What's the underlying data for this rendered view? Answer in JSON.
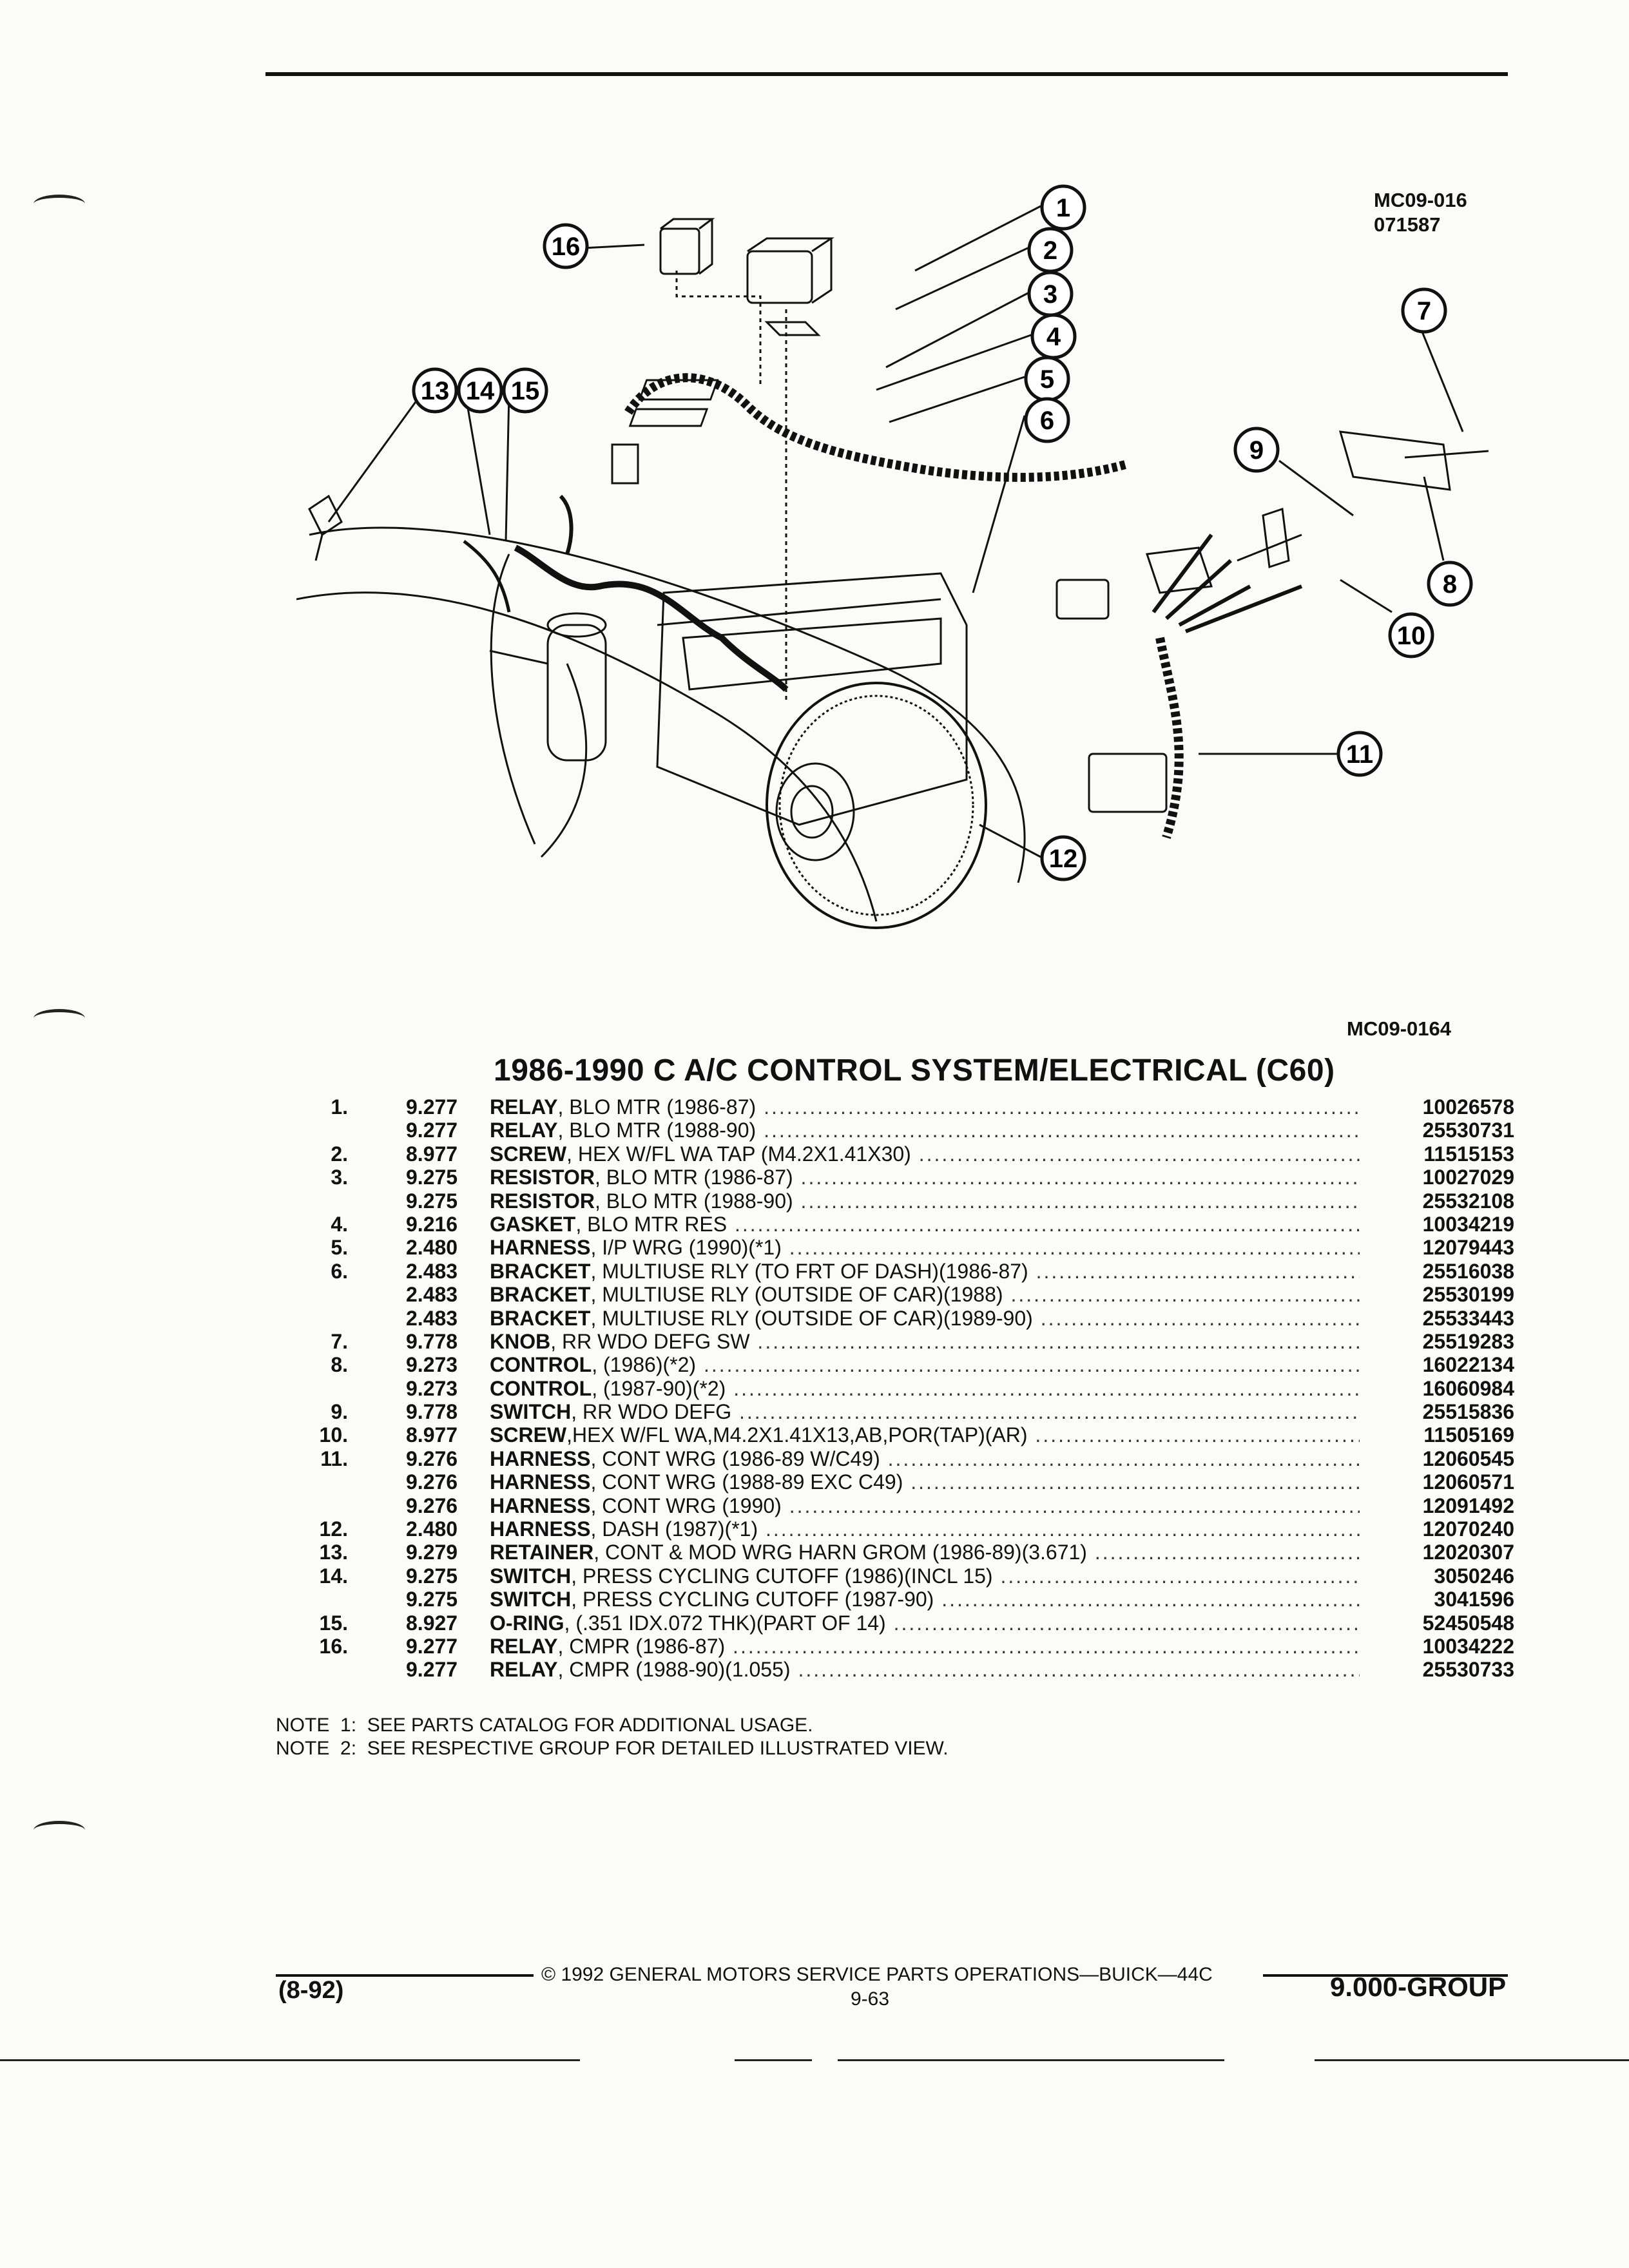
{
  "figure_codes": {
    "top": "MC09-016\n071587",
    "top_line1": "MC09-016",
    "top_line2": "071587",
    "bottom": "MC09-0164"
  },
  "callouts": [
    "1",
    "2",
    "3",
    "4",
    "5",
    "6",
    "7",
    "8",
    "9",
    "10",
    "11",
    "12",
    "13",
    "14",
    "15",
    "16"
  ],
  "title": "1986-1990 C A/C CONTROL SYSTEM/ELECTRICAL (C60)",
  "parts": [
    {
      "item": "1.",
      "group": "9.277",
      "name": "RELAY",
      "detail": ", BLO MTR (1986-87)",
      "part": "10026578"
    },
    {
      "item": "",
      "group": "9.277",
      "name": "RELAY",
      "detail": ", BLO MTR (1988-90)",
      "part": "25530731"
    },
    {
      "item": "2.",
      "group": "8.977",
      "name": "SCREW",
      "detail": ", HEX W/FL WA TAP (M4.2X1.41X30)",
      "part": "11515153"
    },
    {
      "item": "3.",
      "group": "9.275",
      "name": "RESISTOR",
      "detail": ", BLO MTR (1986-87)",
      "part": "10027029"
    },
    {
      "item": "",
      "group": "9.275",
      "name": "RESISTOR",
      "detail": ", BLO MTR (1988-90)",
      "part": "25532108"
    },
    {
      "item": "4.",
      "group": "9.216",
      "name": "GASKET",
      "detail": ", BLO MTR RES",
      "part": "10034219"
    },
    {
      "item": "5.",
      "group": "2.480",
      "name": "HARNESS",
      "detail": ", I/P WRG (1990)(*1)",
      "part": "12079443"
    },
    {
      "item": "6.",
      "group": "2.483",
      "name": "BRACKET",
      "detail": ", MULTIUSE RLY (TO FRT OF DASH)(1986-87)",
      "part": "25516038"
    },
    {
      "item": "",
      "group": "2.483",
      "name": "BRACKET",
      "detail": ", MULTIUSE RLY (OUTSIDE OF CAR)(1988)",
      "part": "25530199"
    },
    {
      "item": "",
      "group": "2.483",
      "name": "BRACKET",
      "detail": ", MULTIUSE RLY (OUTSIDE OF CAR)(1989-90)",
      "part": "25533443"
    },
    {
      "item": "7.",
      "group": "9.778",
      "name": "KNOB",
      "detail": ", RR WDO DEFG SW",
      "part": "25519283"
    },
    {
      "item": "8.",
      "group": "9.273",
      "name": "CONTROL",
      "detail": ", (1986)(*2)",
      "part": "16022134"
    },
    {
      "item": "",
      "group": "9.273",
      "name": "CONTROL",
      "detail": ", (1987-90)(*2)",
      "part": "16060984"
    },
    {
      "item": "9.",
      "group": "9.778",
      "name": "SWITCH",
      "detail": ", RR WDO DEFG",
      "part": "25515836"
    },
    {
      "item": "10.",
      "group": "8.977",
      "name": "SCREW",
      "detail": ",HEX W/FL WA,M4.2X1.41X13,AB,POR(TAP)(AR)",
      "part": "11505169"
    },
    {
      "item": "11.",
      "group": "9.276",
      "name": "HARNESS",
      "detail": ", CONT WRG (1986-89 W/C49)",
      "part": "12060545"
    },
    {
      "item": "",
      "group": "9.276",
      "name": "HARNESS",
      "detail": ", CONT WRG (1988-89 EXC C49)",
      "part": "12060571"
    },
    {
      "item": "",
      "group": "9.276",
      "name": "HARNESS",
      "detail": ", CONT WRG (1990)",
      "part": "12091492"
    },
    {
      "item": "12.",
      "group": "2.480",
      "name": "HARNESS",
      "detail": ", DASH (1987)(*1)",
      "part": "12070240"
    },
    {
      "item": "13.",
      "group": "9.279",
      "name": "RETAINER",
      "detail": ", CONT & MOD WRG HARN GROM (1986-89)(3.671)",
      "part": "12020307"
    },
    {
      "item": "14.",
      "group": "9.275",
      "name": "SWITCH",
      "detail": ", PRESS CYCLING CUTOFF (1986)(INCL 15)",
      "part": "3050246"
    },
    {
      "item": "",
      "group": "9.275",
      "name": "SWITCH",
      "detail": ", PRESS CYCLING CUTOFF (1987-90)",
      "part": "3041596"
    },
    {
      "item": "15.",
      "group": "8.927",
      "name": "O-RING",
      "detail": ", (.351 IDX.072 THK)(PART OF 14)",
      "part": "52450548"
    },
    {
      "item": "16.",
      "group": "9.277",
      "name": "RELAY",
      "detail": ", CMPR (1986-87)",
      "part": "10034222"
    },
    {
      "item": "",
      "group": "9.277",
      "name": "RELAY",
      "detail": ", CMPR (1988-90)(1.055)",
      "part": "25530733"
    }
  ],
  "notes": [
    "NOTE  1:  SEE PARTS CATALOG FOR ADDITIONAL USAGE.",
    "NOTE  2:  SEE RESPECTIVE GROUP FOR DETAILED ILLUSTRATED VIEW."
  ],
  "footer": {
    "copyright": "© 1992 GENERAL MOTORS SERVICE PARTS OPERATIONS—BUICK—44C",
    "date": "(8-92)",
    "page": "9-63",
    "group": "9.000-GROUP"
  }
}
